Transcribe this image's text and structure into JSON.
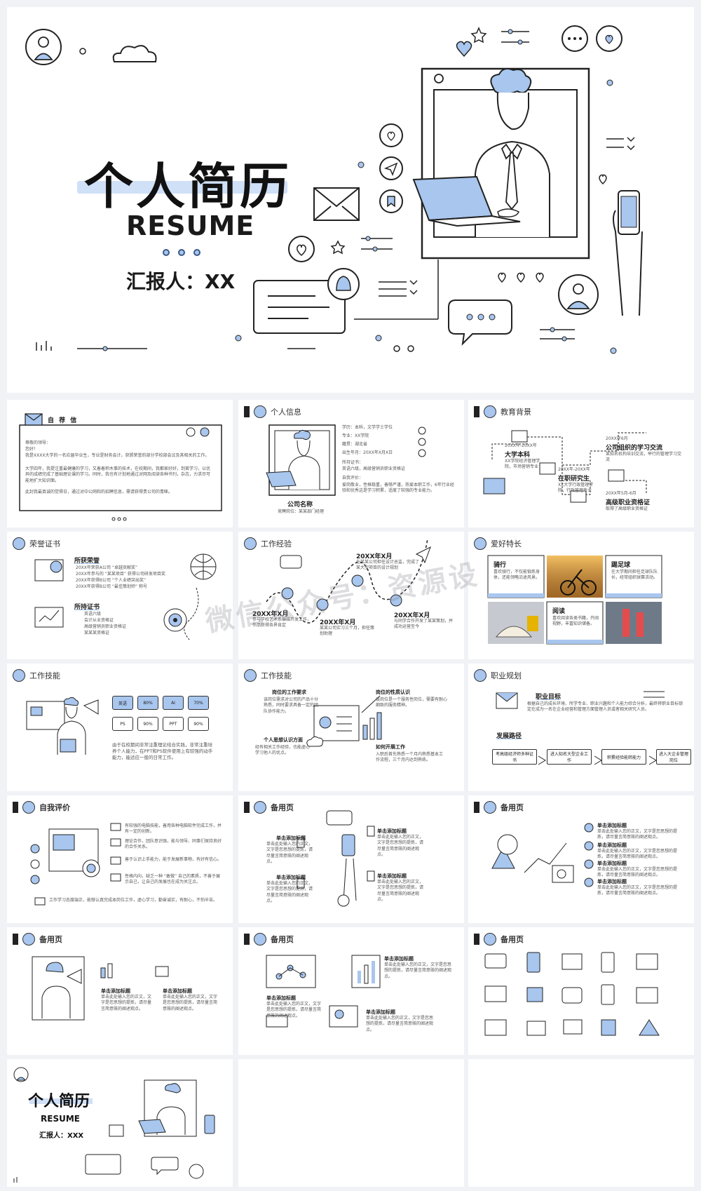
{
  "hero": {
    "title": "个人简历",
    "subtitle": "RESUME",
    "reporter": "汇报人：XX"
  },
  "tiles": [
    {
      "id": "self-rec",
      "heading": "自 荐 信",
      "greeting": "尊敬的领导：",
      "hello": "您好！",
      "body1": "我是XXXX大学的一名应届毕业生，专业是财务会计。获颁荣誉的部分学校部会议及其相关的工作。",
      "body2": "大学四年，我提注重最健康的学习，又着着积木事的技术，在校期间，我都家好好，到首学习，以优异的成绩完成了基础理论课的学习。同时，我也有计划地通过对网及阅读各种书刊，杂志，力求尽可能地扩大知识面。",
      "body3": "此封我最真诚的觉得日，通过对中公网和的招聘信息，需请获得贵公司的青睐。"
    },
    {
      "id": "personal-info",
      "heading": "个人信息",
      "education": "学历：本科，文学学士学位",
      "major": "专业：XX学院",
      "origin": "籍贯：湖北省",
      "birth": "出生年月：20XX年X月X日",
      "cert_label": "所持证书：",
      "certs": "英语六级，高级营销员职业资格证",
      "eval_label": "自我评价：",
      "eval": "爱岗敬业，性格稳重，善够严谨，热爱本职工作，6年行业经验和优秀这是学习积累，适度了较强的专业能力。",
      "company": "公司名称",
      "position": "竞聘岗位：某某部门经理"
    },
    {
      "id": "education",
      "heading": "教育背景",
      "step1_date": "20XX年-20XX年",
      "step1_title": "大学本科",
      "step1_desc": "XX学院经济管理学院，市场营销专业",
      "step2_date": "20XX年-20XX年",
      "step2_title": "在职研究生",
      "step2_desc": "XX大学行政管理学院，行政管理专业",
      "step3_date": "20XX年6月",
      "step3_title": "公司组织的学习交流",
      "step3_desc": "某知名机构培训交流，举行的管理学习交流",
      "step4_date": "20XX年5月-6月",
      "step4_title": "高级职业资格证",
      "step4_desc": "取得了高级职业资格证"
    },
    {
      "id": "honors",
      "heading": "荣誉证书",
      "awards_title": "所获荣誉",
      "awards": [
        "20XX年荣获A公司 “卓越贡献奖”",
        "20XX年参与的 “某某项目” 获得公司研发项目奖",
        "20XX年获得B公司 “个人业绩突出奖”",
        "20XX年获得B公司 “最佳策划师” 称号"
      ],
      "certs_title": "所持证书",
      "certs": [
        "英语六级",
        "会计从业资格证",
        "高级营销员职业资格证",
        "某某某资格证"
      ]
    },
    {
      "id": "work",
      "heading": "工作经验",
      "e1_date": "20XX年X月",
      "e1_desc": "在某某公司担任设计总监，完成了某大型项目的设计规划",
      "e2_date": "20XX年X月",
      "e2_desc": "参与学校艺术系编辑开发工作，作品获得各界肯定",
      "e3_date": "20XX年X月",
      "e3_desc": "某某公司实习三个月，担任策划助理",
      "e4_date": "20XX年X月",
      "e4_desc": "与同学合作开发了某某策划，并成功运营至今"
    },
    {
      "id": "hobbies",
      "heading": "爱好特长",
      "h1": "骑行",
      "h1_desc": "喜欢骑行，不仅能锻炼身体，还能领略沿途风景。",
      "h2": "踢足球",
      "h2_desc": "在大学期间担任足球队队长，经常组织球赛活动。",
      "h3": "阅读",
      "h3_desc": "喜欢阅读各类书籍，开阔视野，丰富知识储备。"
    },
    {
      "id": "skills1",
      "heading": "工作技能",
      "skills": [
        {
          "name": "英语",
          "level": "80%"
        },
        {
          "name": "AI",
          "level": "70%"
        },
        {
          "name": "PS",
          "level": "90%"
        },
        {
          "name": "PPT",
          "level": "90%"
        }
      ],
      "desc": "由于在校期间非常注重理论结合实践，非常注重培养个人能力，在PPT和PS软件使用上有较强的动手能力，能适应一般的日常工作。"
    },
    {
      "id": "skills2",
      "heading": "工作技能",
      "q1": "岗位的工作要求",
      "q1_desc": "该岗位需求对公司的产品十分熟悉，同时要求具备一定的团队协作能力。",
      "q2": "岗位的性质认识",
      "q2_desc": "该岗位是一个服务性岗位，需要有耐心细致的服务精神。",
      "q3": "个人思想认识方面",
      "q3_desc": "经有相关工作经验，也能虚心学习他人的优点。",
      "q4": "如何开展工作",
      "q4_desc": "入职后首先熟悉一个月内熟悉基本工作流程，三个月内达到熟练。"
    },
    {
      "id": "career",
      "heading": "职业规划",
      "goal_title": "职业目标",
      "goal_desc": "根据自己的成长环境、所学专业、职业兴趣和个人能力综合分析，最终将职业目标锁定在成为一名在企业经营和管理方面管理人员或者相关研究人员。",
      "path_title": "发展路径",
      "steps": [
        "考高级经济师多种证书",
        "进入知名大型企业工作",
        "积累经验能转能力",
        "进入大企业管理岗位"
      ]
    },
    {
      "id": "self-eval",
      "heading": "自我评价",
      "points": [
        "有较强的电脑技能，善用各种电脑软件完成工作，并有一定的创新。",
        "理论合作，团队意识强，能与领导、同事们保持良好的合作关系。",
        "善于认识上手能力，能于发展新事物，有好有信心。",
        "性格内向，缺乏一种 “敢做” 自己的素质，不善于展示自己，让自己的发展也在成为关注点。",
        "工作学习态度端正，能够认真完成本岗位工作，虚心学习，勤奋诚实，有耐心，不怕辛苦。"
      ]
    },
    {
      "id": "spare1",
      "heading": "备用页",
      "title": "单击添加标题",
      "desc": "单击此处输入您的正文，文字是您思想的提炼，请尽量言简意赅的阐述观点。"
    },
    {
      "id": "spare2",
      "heading": "备用页",
      "title": "单击添加标题",
      "desc": "单击此处输入您的正文，文字是您思想的提炼，请尽量言简意赅的阐述观点。"
    },
    {
      "id": "spare3",
      "heading": "备用页",
      "title": "单击添加标题",
      "desc": "单击此处输入您的正文，文字是您思想的提炼，请尽量言简意赅的阐述观点。"
    },
    {
      "id": "spare4",
      "heading": "备用页",
      "title": "单击添加标题",
      "desc": "单击此处输入您的正文，文字是您思想的提炼，请尽量言简意赅的阐述观点。"
    },
    {
      "id": "spare5",
      "heading": "备用页"
    },
    {
      "id": "ending",
      "title": "个人简历",
      "subtitle": "RESUME",
      "reporter": "汇报人：XXX"
    }
  ],
  "watermark": "微信公众号：资源设",
  "colors": {
    "accent": "#a8c6ee",
    "line": "#2b2b2b",
    "bg": "#f1f2f6"
  }
}
